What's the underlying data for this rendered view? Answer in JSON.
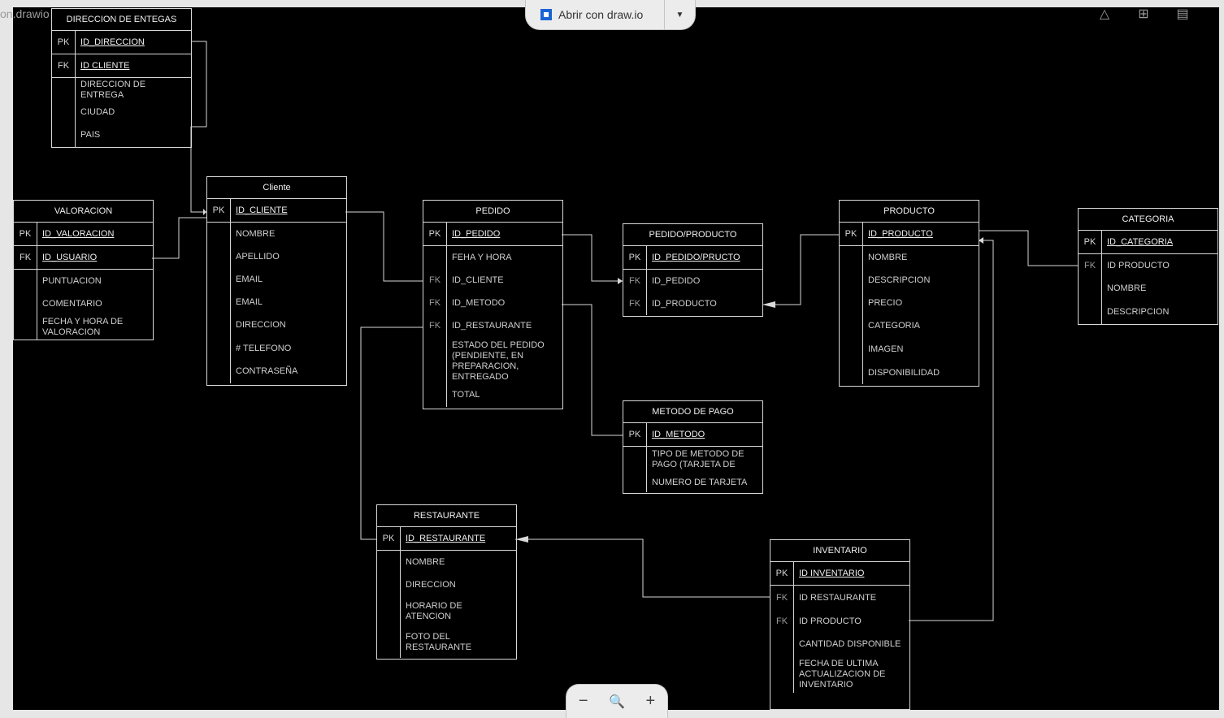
{
  "file_name": "on.drawio",
  "open_button": {
    "label": "Abrir con draw.io"
  },
  "toolbar": {
    "icons": [
      "add-to-drive-icon",
      "add-comment-icon",
      "print-icon"
    ]
  },
  "zoom_controls": {
    "minus": "−",
    "zoom": "🔍",
    "plus": "+"
  },
  "tables": {
    "direccion": {
      "title": "DIRECCION DE ENTEGAS",
      "rows": [
        {
          "key": "PK",
          "field": "ID_DIRECCION"
        },
        {
          "key": "FK",
          "field": "ID CLIENTE"
        },
        {
          "key": "",
          "field": "DIRECCION DE ENTREGA"
        },
        {
          "key": "",
          "field": "CIUDAD"
        },
        {
          "key": "",
          "field": "PAIS"
        }
      ]
    },
    "valoracion": {
      "title": "VALORACION",
      "rows": [
        {
          "key": "PK",
          "field": "ID_VALORACION"
        },
        {
          "key": "FK",
          "field": "ID_USUARIO"
        },
        {
          "key": "",
          "field": "PUNTUACION"
        },
        {
          "key": "",
          "field": "COMENTARIO"
        },
        {
          "key": "",
          "field": "FECHA Y HORA DE VALORACION"
        }
      ]
    },
    "cliente": {
      "title": "Cliente",
      "rows": [
        {
          "key": "PK",
          "field": "ID_CLIENTE"
        },
        {
          "key": "",
          "field": "NOMBRE"
        },
        {
          "key": "",
          "field": "APELLIDO"
        },
        {
          "key": "",
          "field": "EMAIL"
        },
        {
          "key": "",
          "field": "EMAIL"
        },
        {
          "key": "",
          "field": "DIRECCION"
        },
        {
          "key": "",
          "field": "# TELEFONO"
        },
        {
          "key": "",
          "field": "CONTRASEÑA"
        }
      ]
    },
    "pedido": {
      "title": "PEDIDO",
      "rows": [
        {
          "key": "PK",
          "field": "ID_PEDIDO"
        },
        {
          "key": "",
          "field": "FEHA Y HORA"
        },
        {
          "key": "FK",
          "field": "ID_CLIENTE"
        },
        {
          "key": "FK",
          "field": "ID_METODO"
        },
        {
          "key": "FK",
          "field": "ID_RESTAURANTE"
        },
        {
          "key": "",
          "field": "ESTADO DEL PEDIDO (PENDIENTE, EN PREPARACION, ENTREGADO"
        },
        {
          "key": "",
          "field": "TOTAL"
        }
      ]
    },
    "pedido_producto": {
      "title": "PEDIDO/PRODUCTO",
      "rows": [
        {
          "key": "PK",
          "field": "ID_PEDIDO/PRUCTO"
        },
        {
          "key": "FK",
          "field": "ID_PEDIDO"
        },
        {
          "key": "FK",
          "field": "ID_PRODUCTO"
        }
      ]
    },
    "producto": {
      "title": "PRODUCTO",
      "rows": [
        {
          "key": "PK",
          "field": "ID_PRODUCTO"
        },
        {
          "key": "",
          "field": "NOMBRE"
        },
        {
          "key": "",
          "field": "DESCRIPCION"
        },
        {
          "key": "",
          "field": "PRECIO"
        },
        {
          "key": "",
          "field": "CATEGORIA"
        },
        {
          "key": "",
          "field": "IMAGEN"
        },
        {
          "key": "",
          "field": "DISPONIBILIDAD"
        }
      ]
    },
    "categoria": {
      "title": "CATEGORIA",
      "rows": [
        {
          "key": "PK",
          "field": "ID_CATEGORIA"
        },
        {
          "key": "FK",
          "field": "ID PRODUCTO"
        },
        {
          "key": "",
          "field": "NOMBRE"
        },
        {
          "key": "",
          "field": "DESCRIPCION"
        }
      ]
    },
    "metodo": {
      "title": "METODO DE PAGO",
      "rows": [
        {
          "key": "PK",
          "field": "ID_METODO"
        },
        {
          "key": "",
          "field": "TIPO DE METODO DE PAGO (TARJETA DE"
        },
        {
          "key": "",
          "field": "NUMERO DE TARJETA"
        }
      ]
    },
    "restaurante": {
      "title": "RESTAURANTE",
      "rows": [
        {
          "key": "PK",
          "field": "ID_RESTAURANTE"
        },
        {
          "key": "",
          "field": "NOMBRE"
        },
        {
          "key": "",
          "field": "DIRECCION"
        },
        {
          "key": "",
          "field": "HORARIO DE ATENCION"
        },
        {
          "key": "",
          "field": "FOTO DEL RESTAURANTE"
        }
      ]
    },
    "inventario": {
      "title": "INVENTARIO",
      "rows": [
        {
          "key": "PK",
          "field": "ID INVENTARIO"
        },
        {
          "key": "FK",
          "field": "ID RESTAURANTE"
        },
        {
          "key": "FK",
          "field": "ID PRODUCTO"
        },
        {
          "key": "",
          "field": "CANTIDAD DISPONIBLE"
        },
        {
          "key": "",
          "field": "FECHA DE ULTIMA ACTUALIZACION DE INVENTARIO"
        }
      ]
    }
  }
}
